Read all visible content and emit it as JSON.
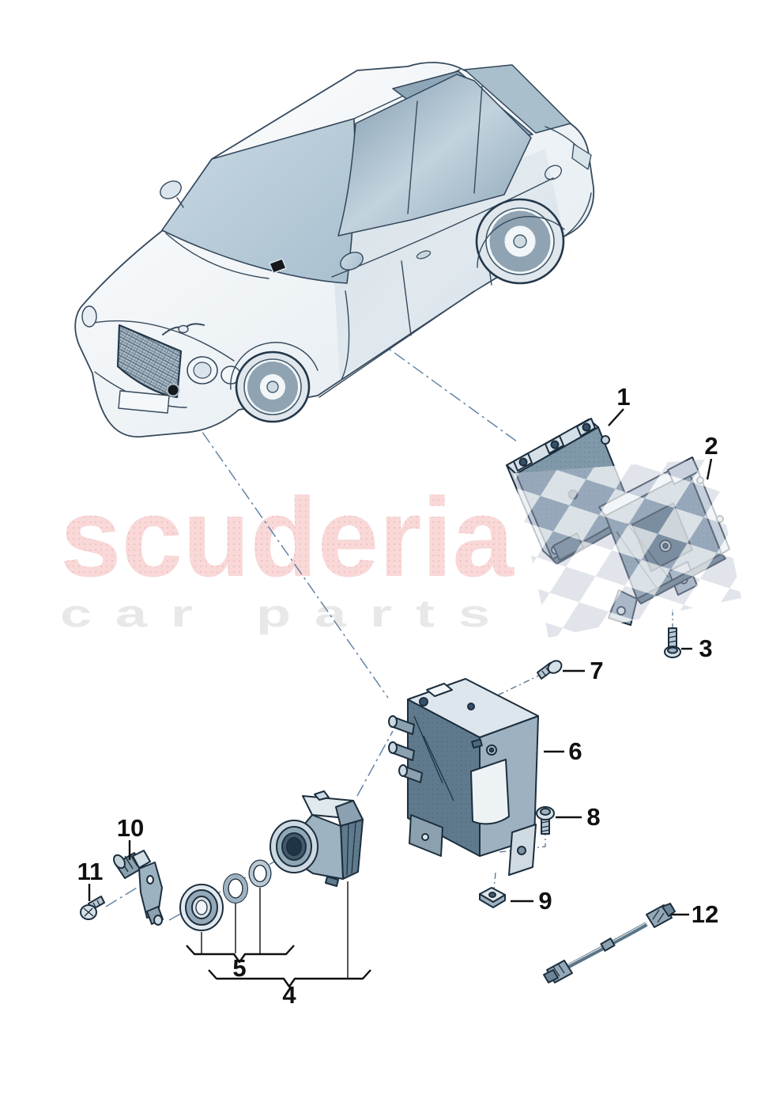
{
  "watermark": {
    "brand": "scuderia",
    "subtitle": "car parts",
    "brand_color": "#f8d6d6",
    "subtitle_color": "#e8e8e8"
  },
  "callouts": [
    "1",
    "2",
    "3",
    "4",
    "5",
    "6",
    "7",
    "8",
    "9",
    "10",
    "11",
    "12"
  ],
  "markers": {
    "windshield_camera": "black rectangle marker on windscreen cowl",
    "bumper_camera": "black dot marker on front bumper"
  },
  "colors": {
    "part_outline": "#1c2e3d",
    "part_fill_mid": "#7f98aa",
    "part_fill_dark": "#5e7a8c",
    "part_fill_light": "#d5dfe7",
    "glass": "#b9cdda",
    "sunroof": "#8da6b8",
    "dashdot_line": "#6484a6",
    "label": "#101010",
    "flag_gray": "#c6cada"
  }
}
